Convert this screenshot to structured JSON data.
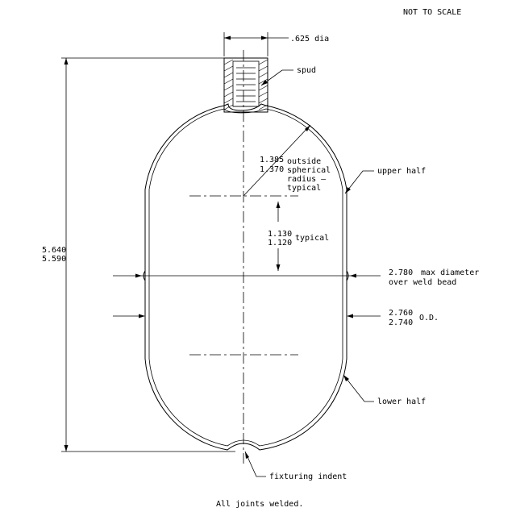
{
  "note_scale": "NOT TO SCALE",
  "spud": {
    "dia_label": ".625 dia",
    "label": "spud"
  },
  "radius": {
    "upper": "1.385",
    "lower": "1.370",
    "desc_line1": "outside",
    "desc_line2": "spherical",
    "desc_line3": "radius —",
    "desc_line4": "typical"
  },
  "center_spacing": {
    "upper": "1.130",
    "lower": "1.120",
    "desc": "typical"
  },
  "overall_length": {
    "upper": "5.640",
    "lower": "5.590"
  },
  "weld_bead": {
    "value": "2.780",
    "line1": "max diameter",
    "line2": "over weld bead"
  },
  "outer_diameter": {
    "upper": "2.760",
    "lower": "2.740",
    "desc": "O.D."
  },
  "labels": {
    "upper_half": "upper half",
    "lower_half": "lower half",
    "fixturing_indent": "fixturing indent"
  },
  "footer_note": "All joints welded."
}
